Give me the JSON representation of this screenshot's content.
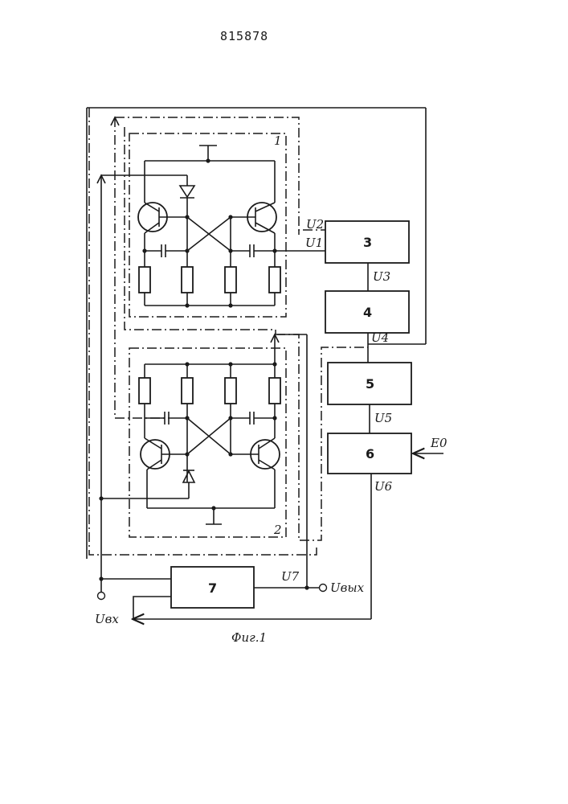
{
  "patent_number": "815878",
  "figure_caption": "Фиг.1",
  "blocks": {
    "b1": "1",
    "b2": "2",
    "b3": "3",
    "b4": "4",
    "b5": "5",
    "b6": "6",
    "b7": "7"
  },
  "signals": {
    "u1": "U1",
    "u2": "U2",
    "u3": "U3",
    "u4": "U4",
    "u5": "U5",
    "u6": "U6",
    "u7": "U7",
    "e0": "E0",
    "u_in": "Uвх",
    "u_out": "Uвых"
  }
}
